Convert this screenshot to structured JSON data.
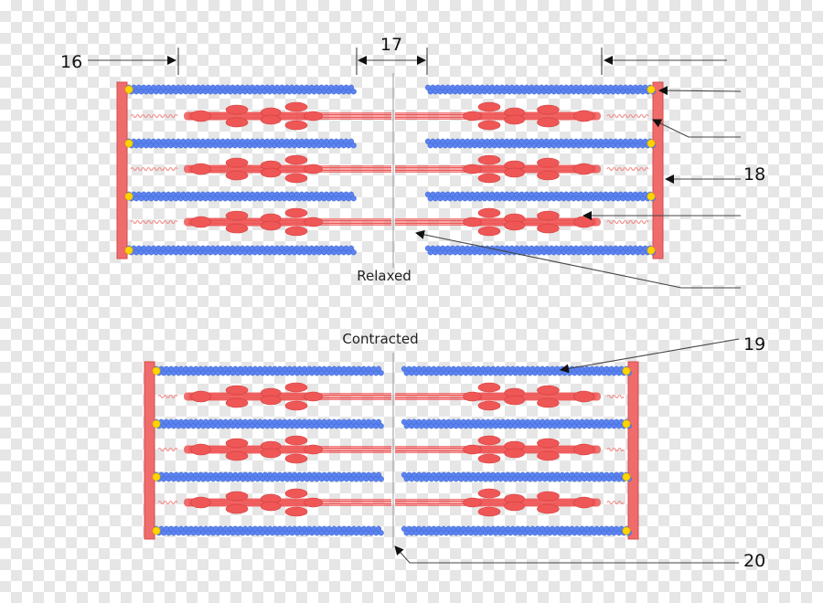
{
  "labels": {
    "n16": "16",
    "n17": "17",
    "n18": "18",
    "n19": "19",
    "n20": "20",
    "relaxed": "Relaxed",
    "contracted": "Contracted"
  },
  "colors": {
    "z_disc": "#f06b6b",
    "actin_bead": "#5b83f0",
    "actin_dot": "#ffd400",
    "myosin": "#ef5757",
    "titin": "#f28b8b",
    "leader": "#444444",
    "center_line": "#999999"
  }
}
